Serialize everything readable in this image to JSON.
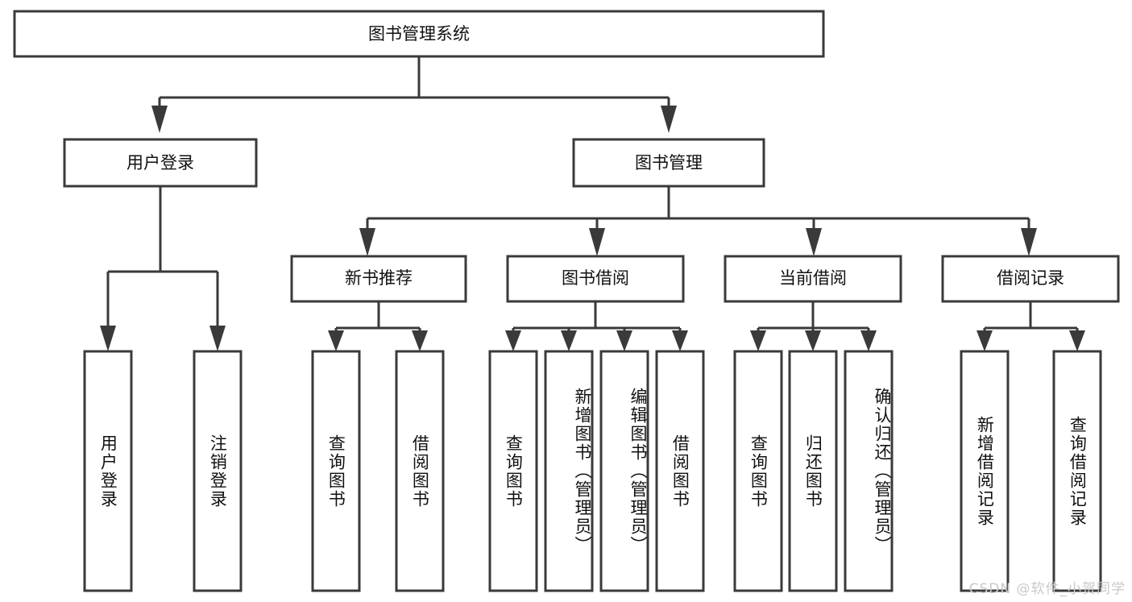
{
  "diagram": {
    "type": "tree-hierarchy",
    "title": "图书管理系统",
    "orientation": "top-down",
    "colors": {
      "box_fill": "#ffffff",
      "box_stroke": "#3a3a3a",
      "text": "#111111",
      "background": "#ffffff",
      "watermark": "#c9c9c9"
    },
    "root": {
      "label": "图书管理系统"
    },
    "level2": [
      {
        "label": "用户登录"
      },
      {
        "label": "图书管理"
      }
    ],
    "level3": [
      {
        "label": "新书推荐"
      },
      {
        "label": "图书借阅"
      },
      {
        "label": "当前借阅"
      },
      {
        "label": "借阅记录"
      }
    ],
    "leaves": {
      "user_login": [
        {
          "label": "用户登录"
        },
        {
          "label": "注销登录"
        }
      ],
      "new_book_recommend": [
        {
          "label": "查询图书"
        },
        {
          "label": "借阅图书"
        }
      ],
      "book_borrow": [
        {
          "label": "查询图书"
        },
        {
          "label": "新增图书（管理员）"
        },
        {
          "label": "编辑图书（管理员）"
        },
        {
          "label": "借阅图书"
        }
      ],
      "current_borrow": [
        {
          "label": "查询图书"
        },
        {
          "label": "归还图书"
        },
        {
          "label": "确认归还（管理员）"
        }
      ],
      "borrow_record": [
        {
          "label": "新增借阅记录"
        },
        {
          "label": "查询借阅记录"
        }
      ]
    }
  },
  "watermark": {
    "text": "CSDN @软件_小贺同学"
  }
}
